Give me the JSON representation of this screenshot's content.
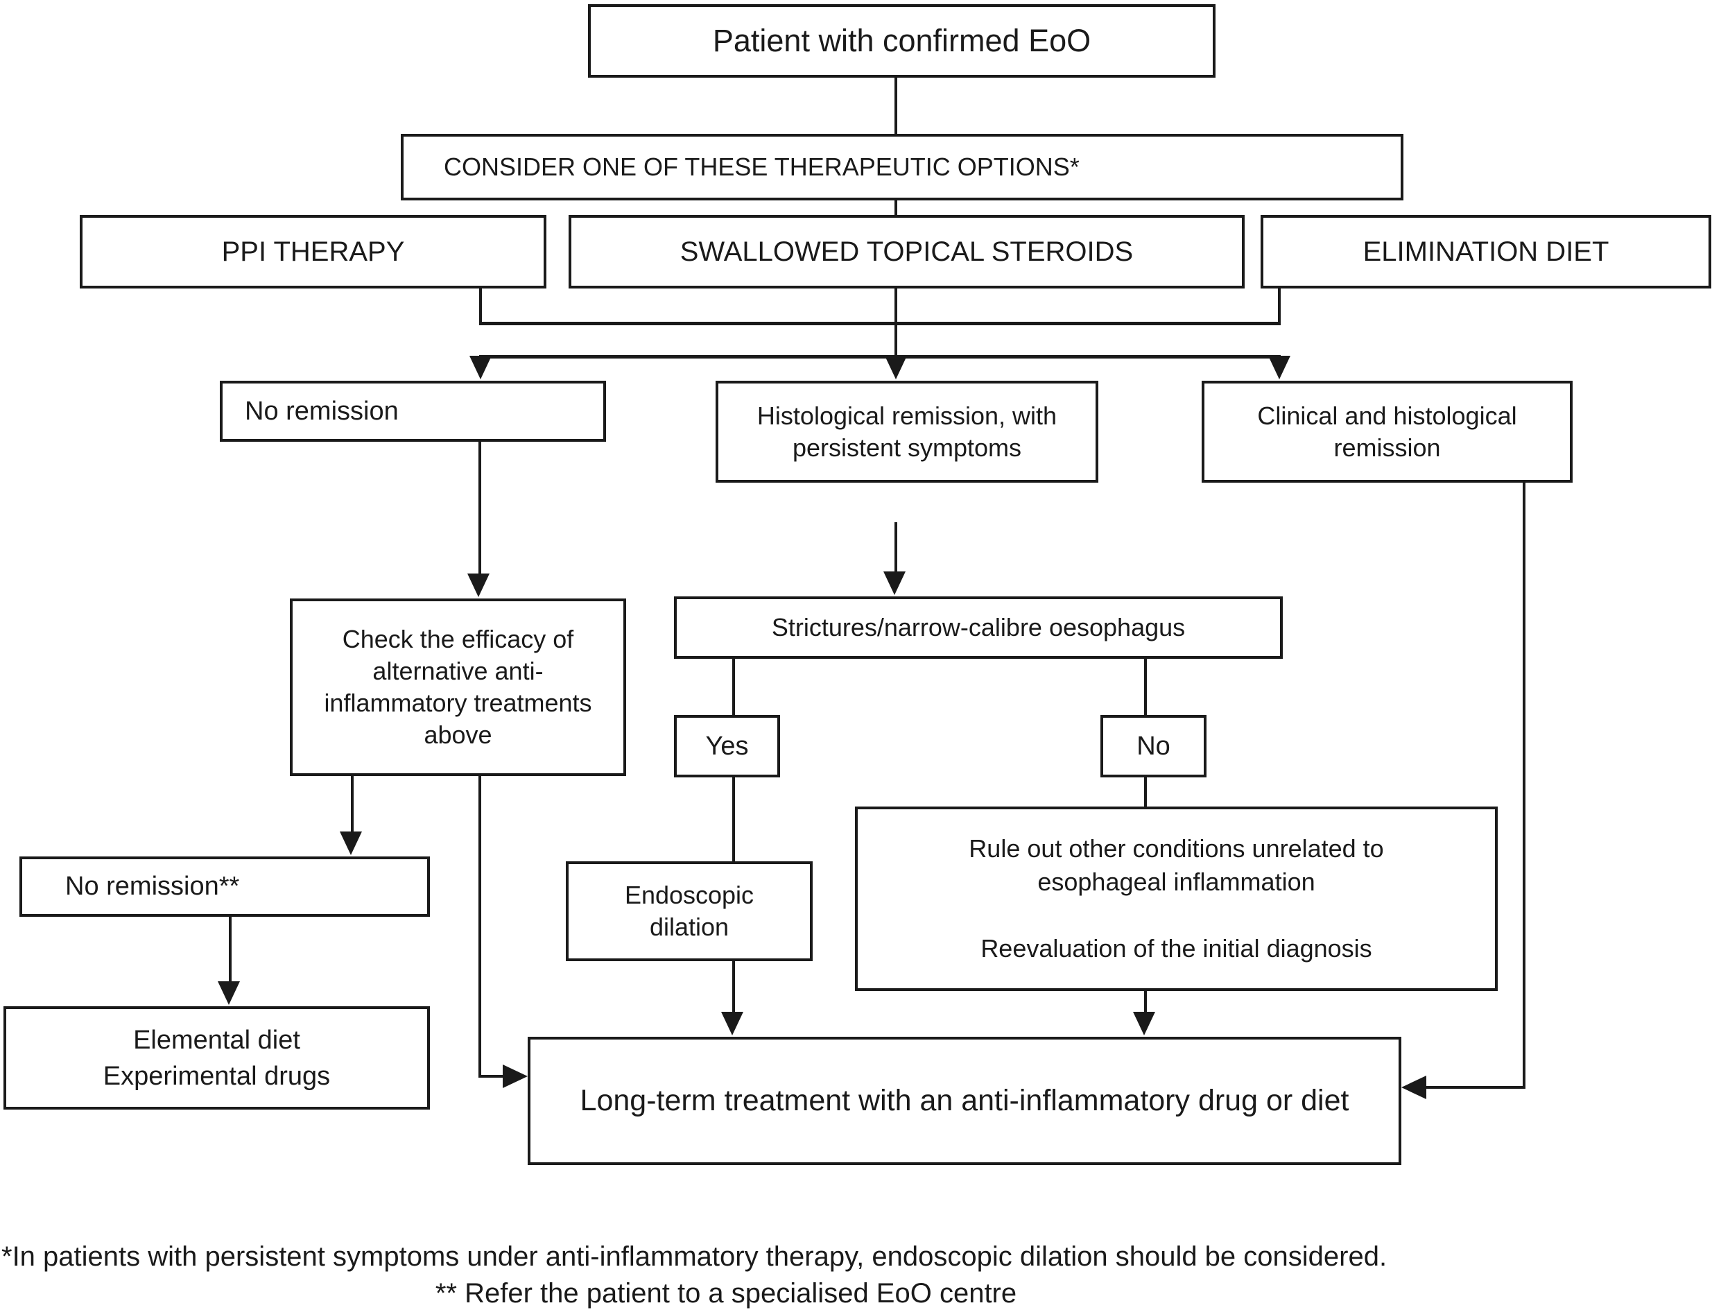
{
  "figure": {
    "type": "flowchart",
    "topic": "Treatment algorithm for patients with confirmed EoO",
    "colors": {
      "ink": "#1a1a1a",
      "background": "#ffffff"
    },
    "nodes": {
      "patient": "Patient with confirmed EoO",
      "consider": "CONSIDER ONE OF THESE THERAPEUTIC OPTIONS*",
      "ppi": "PPI THERAPY",
      "steroids": "SWALLOWED TOPICAL STEROIDS",
      "elimination": "ELIMINATION DIET",
      "no_remission": "No remission",
      "histological_remission": "Histological remission, with\npersistent symptoms",
      "clinical_remission": "Clinical and histological\nremission",
      "check_efficacy": "Check the efficacy of\nalternative anti-\ninflammatory treatments\nabove",
      "strictures": "Strictures/narrow-calibre oesophagus",
      "yes": "Yes",
      "no": "No",
      "endoscopic_dilation": "Endoscopic\ndilation",
      "rule_out": "Rule out other conditions unrelated to\nesophageal inflammation\n\nReevaluation of the initial diagnosis",
      "no_remission_starred": "No remission**",
      "elemental": "Elemental diet\nExperimental drugs",
      "long_term": "Long-term treatment with an anti-inflammatory drug or diet"
    },
    "footnotes": {
      "asterisk": "*In patients with persistent symptoms under anti-inflammatory therapy, endoscopic dilation should be considered.",
      "double_asterisk": "** Refer the patient to a specialised EoO centre"
    }
  }
}
